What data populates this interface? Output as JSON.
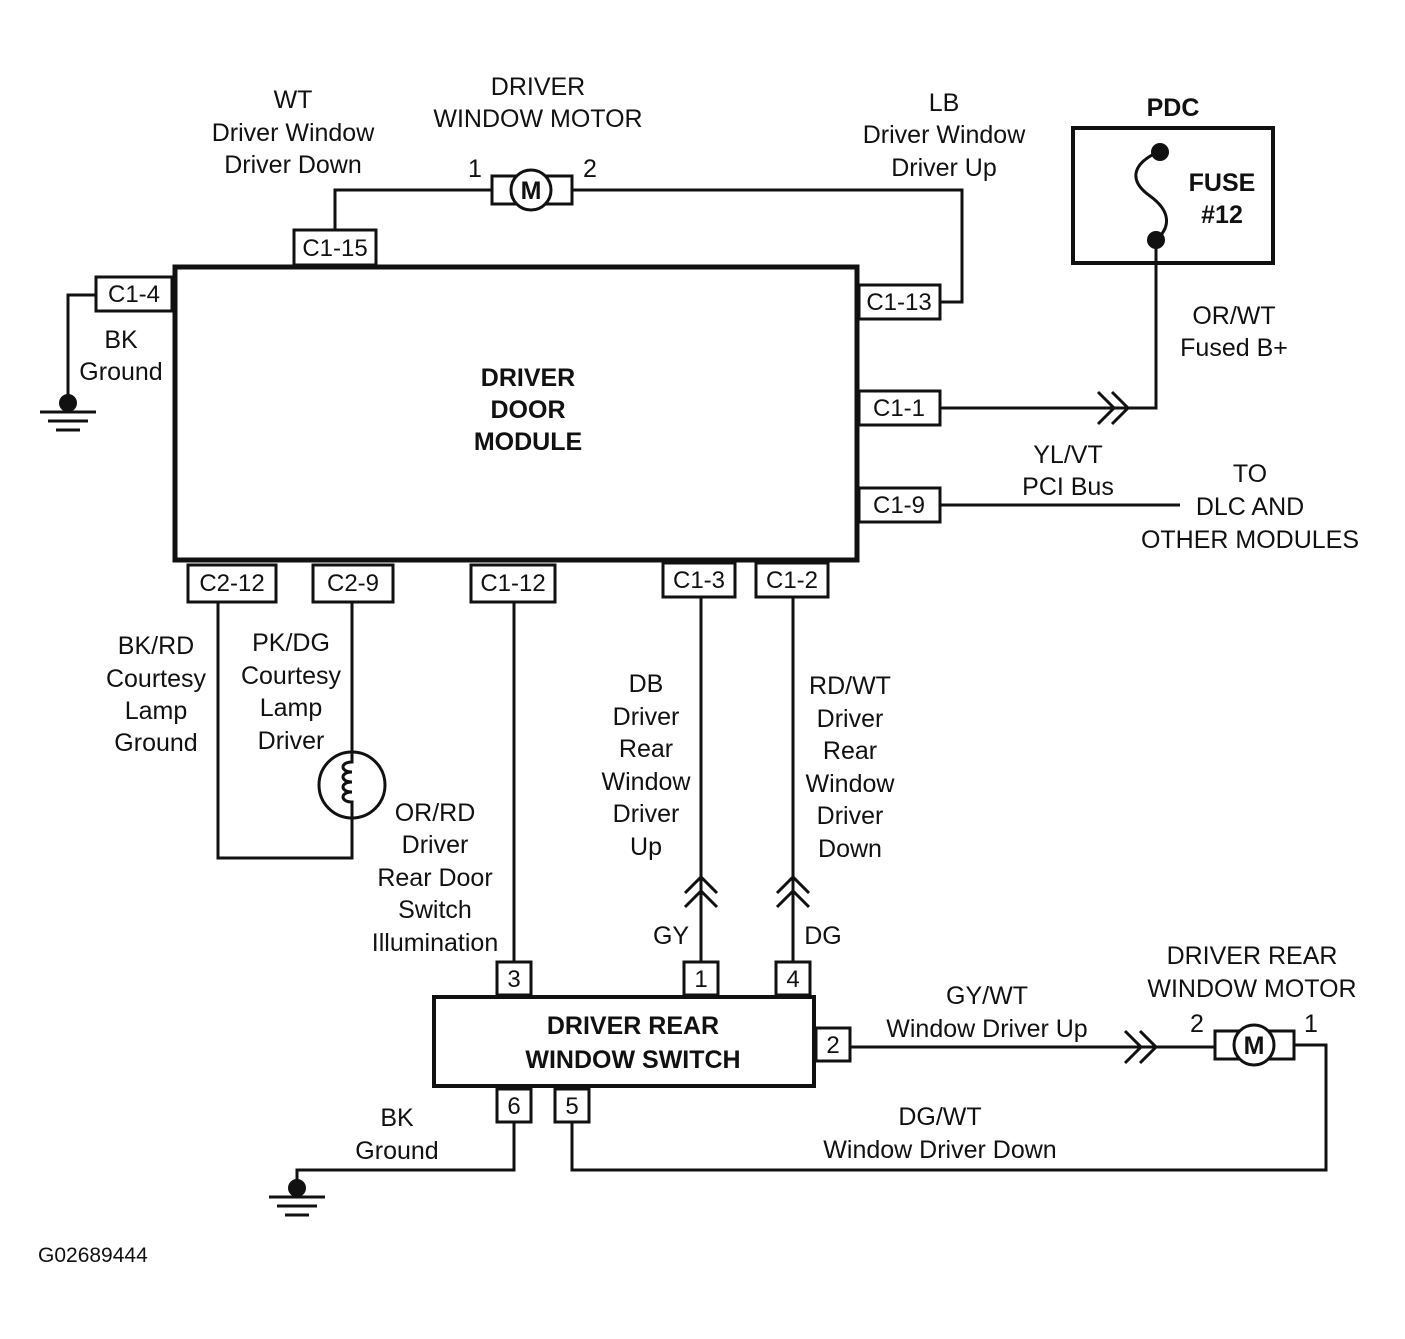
{
  "module": {
    "lines": [
      "DRIVER",
      "DOOR",
      "MODULE"
    ]
  },
  "switch": {
    "lines": [
      "DRIVER REAR",
      "WINDOW SWITCH"
    ]
  },
  "pdc": {
    "title": "PDC",
    "fuse_lines": [
      "FUSE",
      "#12"
    ]
  },
  "driver_motor": {
    "title_lines": [
      "DRIVER",
      "WINDOW MOTOR"
    ],
    "symbol": "M",
    "pin_left": "1",
    "pin_right": "2"
  },
  "rear_motor": {
    "title_lines": [
      "DRIVER REAR",
      "WINDOW MOTOR"
    ],
    "symbol": "M",
    "pin_left": "2",
    "pin_right": "1"
  },
  "connectors": {
    "c1_15": "C1-15",
    "c1_4": "C1-4",
    "c1_13": "C1-13",
    "c1_1": "C1-1",
    "c1_9": "C1-9",
    "c2_12": "C2-12",
    "c2_9": "C2-9",
    "c1_12": "C1-12",
    "c1_3": "C1-3",
    "c1_2": "C1-2"
  },
  "switch_pins": {
    "p3": "3",
    "p1": "1",
    "p4": "4",
    "p2": "2",
    "p6": "6",
    "p5": "5"
  },
  "wires": {
    "wt_down": [
      "WT",
      "Driver Window",
      "Driver Down"
    ],
    "lb_up": [
      "LB",
      "Driver Window",
      "Driver Up"
    ],
    "bk_ground": [
      "BK",
      "Ground"
    ],
    "or_wt": [
      "OR/WT",
      "Fused B+"
    ],
    "yl_vt": [
      "YL/VT",
      "PCI Bus"
    ],
    "to_dlc": [
      "TO",
      "DLC AND",
      "OTHER MODULES"
    ],
    "bk_rd": [
      "BK/RD",
      "Courtesy",
      "Lamp",
      "Ground"
    ],
    "pk_dg": [
      "PK/DG",
      "Courtesy",
      "Lamp",
      "Driver"
    ],
    "or_rd": [
      "OR/RD",
      "Driver",
      "Rear Door",
      "Switch",
      "Illumination"
    ],
    "db": [
      "DB",
      "Driver",
      "Rear",
      "Window",
      "Driver",
      "Up"
    ],
    "rd_wt": [
      "RD/WT",
      "Driver",
      "Rear",
      "Window",
      "Driver",
      "Down"
    ],
    "gy": "GY",
    "dg": "DG",
    "gy_wt": [
      "GY/WT",
      "Window Driver Up"
    ],
    "dg_wt": [
      "DG/WT",
      "Window Driver Down"
    ],
    "bk_ground2": [
      "BK",
      "Ground"
    ]
  },
  "figure_id": "G02689444"
}
